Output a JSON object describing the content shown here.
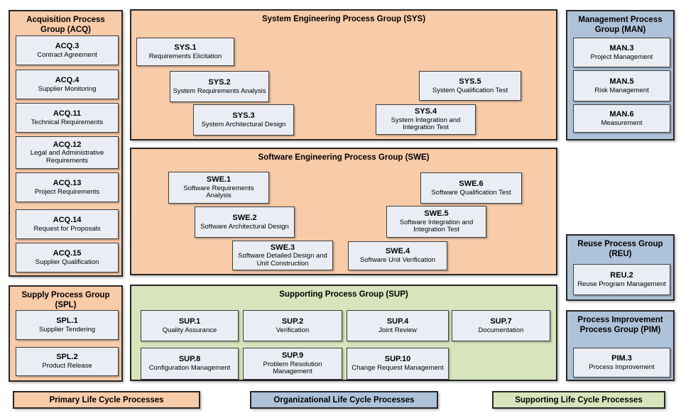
{
  "colors": {
    "primary": "#F8CBA9",
    "organizational": "#AEC2D9",
    "supporting": "#D7E4BC",
    "process_box_fill": "#EAEEF4"
  },
  "legend": {
    "primary_label": "Primary Life Cycle Processes",
    "organizational_label": "Organizational Life Cycle Processes",
    "supporting_label": "Supporting Life Cycle Processes"
  },
  "groups": {
    "acq": {
      "title": "Acquisition Process Group (ACQ)",
      "items": [
        {
          "code": "ACQ.3",
          "name": "Contract Agreement"
        },
        {
          "code": "ACQ.4",
          "name": "Supplier Monitoring"
        },
        {
          "code": "ACQ.11",
          "name": "Technical Requirements"
        },
        {
          "code": "ACQ.12",
          "name": "Legal and Administrative Requirements"
        },
        {
          "code": "ACQ.13",
          "name": "Project Requirements"
        },
        {
          "code": "ACQ.14",
          "name": "Request for Proposals"
        },
        {
          "code": "ACQ.15",
          "name": "Supplier Qualification"
        }
      ]
    },
    "spl": {
      "title": "Supply Process Group (SPL)",
      "items": [
        {
          "code": "SPL.1",
          "name": "Supplier Tendering"
        },
        {
          "code": "SPL.2",
          "name": "Product Release"
        }
      ]
    },
    "sys": {
      "title": "System Engineering Process Group (SYS)",
      "items": [
        {
          "code": "SYS.1",
          "name": "Requirements Elicitation"
        },
        {
          "code": "SYS.2",
          "name": "System Requirements Analysis"
        },
        {
          "code": "SYS.3",
          "name": "System Architectural Design"
        },
        {
          "code": "SYS.4",
          "name": "System Integration and Integration Test"
        },
        {
          "code": "SYS.5",
          "name": "System Qualification Test"
        }
      ]
    },
    "swe": {
      "title": "Software Engineering Process Group (SWE)",
      "items": [
        {
          "code": "SWE.1",
          "name": "Software Requirements Analysis"
        },
        {
          "code": "SWE.2",
          "name": "Software Architectural Design"
        },
        {
          "code": "SWE.3",
          "name": "Software Detailed Design and Unit Construction"
        },
        {
          "code": "SWE.4",
          "name": "Software Unit Verification"
        },
        {
          "code": "SWE.5",
          "name": "Software Integration and Integration Test"
        },
        {
          "code": "SWE.6",
          "name": "Software Qualification Test"
        }
      ]
    },
    "sup": {
      "title": "Supporting Process Group (SUP)",
      "items": [
        {
          "code": "SUP.1",
          "name": "Quality Assurance"
        },
        {
          "code": "SUP.2",
          "name": "Verification"
        },
        {
          "code": "SUP.4",
          "name": "Joint Review"
        },
        {
          "code": "SUP.7",
          "name": "Documentation"
        },
        {
          "code": "SUP.8",
          "name": "Configuration Management"
        },
        {
          "code": "SUP.9",
          "name": "Problem Resolution Management"
        },
        {
          "code": "SUP.10",
          "name": "Change Request Management"
        }
      ]
    },
    "man": {
      "title": "Management Process Group (MAN)",
      "items": [
        {
          "code": "MAN.3",
          "name": "Project Management"
        },
        {
          "code": "MAN.5",
          "name": "Risk Management"
        },
        {
          "code": "MAN.6",
          "name": "Measurement"
        }
      ]
    },
    "reu": {
      "title": "Reuse Process Group (REU)",
      "items": [
        {
          "code": "REU.2",
          "name": "Reuse Program Management"
        }
      ]
    },
    "pim": {
      "title": "Process Improvement Process Group (PIM)",
      "items": [
        {
          "code": "PIM.3",
          "name": "Process Improvement"
        }
      ]
    }
  }
}
